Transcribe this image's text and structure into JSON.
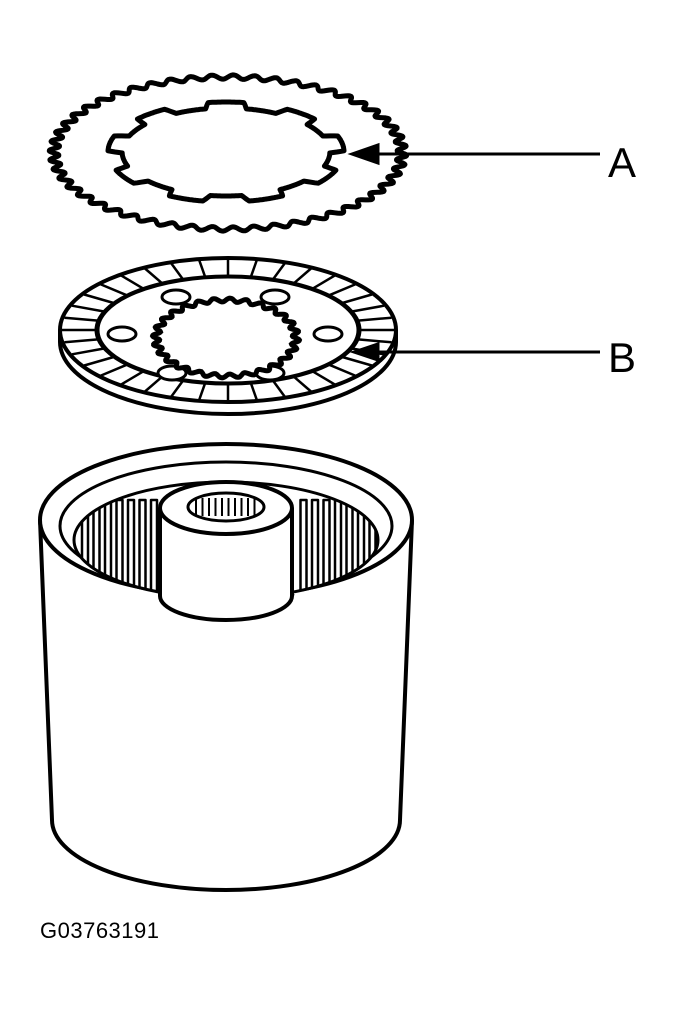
{
  "callouts": {
    "a": {
      "label": "A"
    },
    "b": {
      "label": "B"
    }
  },
  "figure_code": "G03763191",
  "colors": {
    "ink": "#000000",
    "paper": "#ffffff"
  }
}
